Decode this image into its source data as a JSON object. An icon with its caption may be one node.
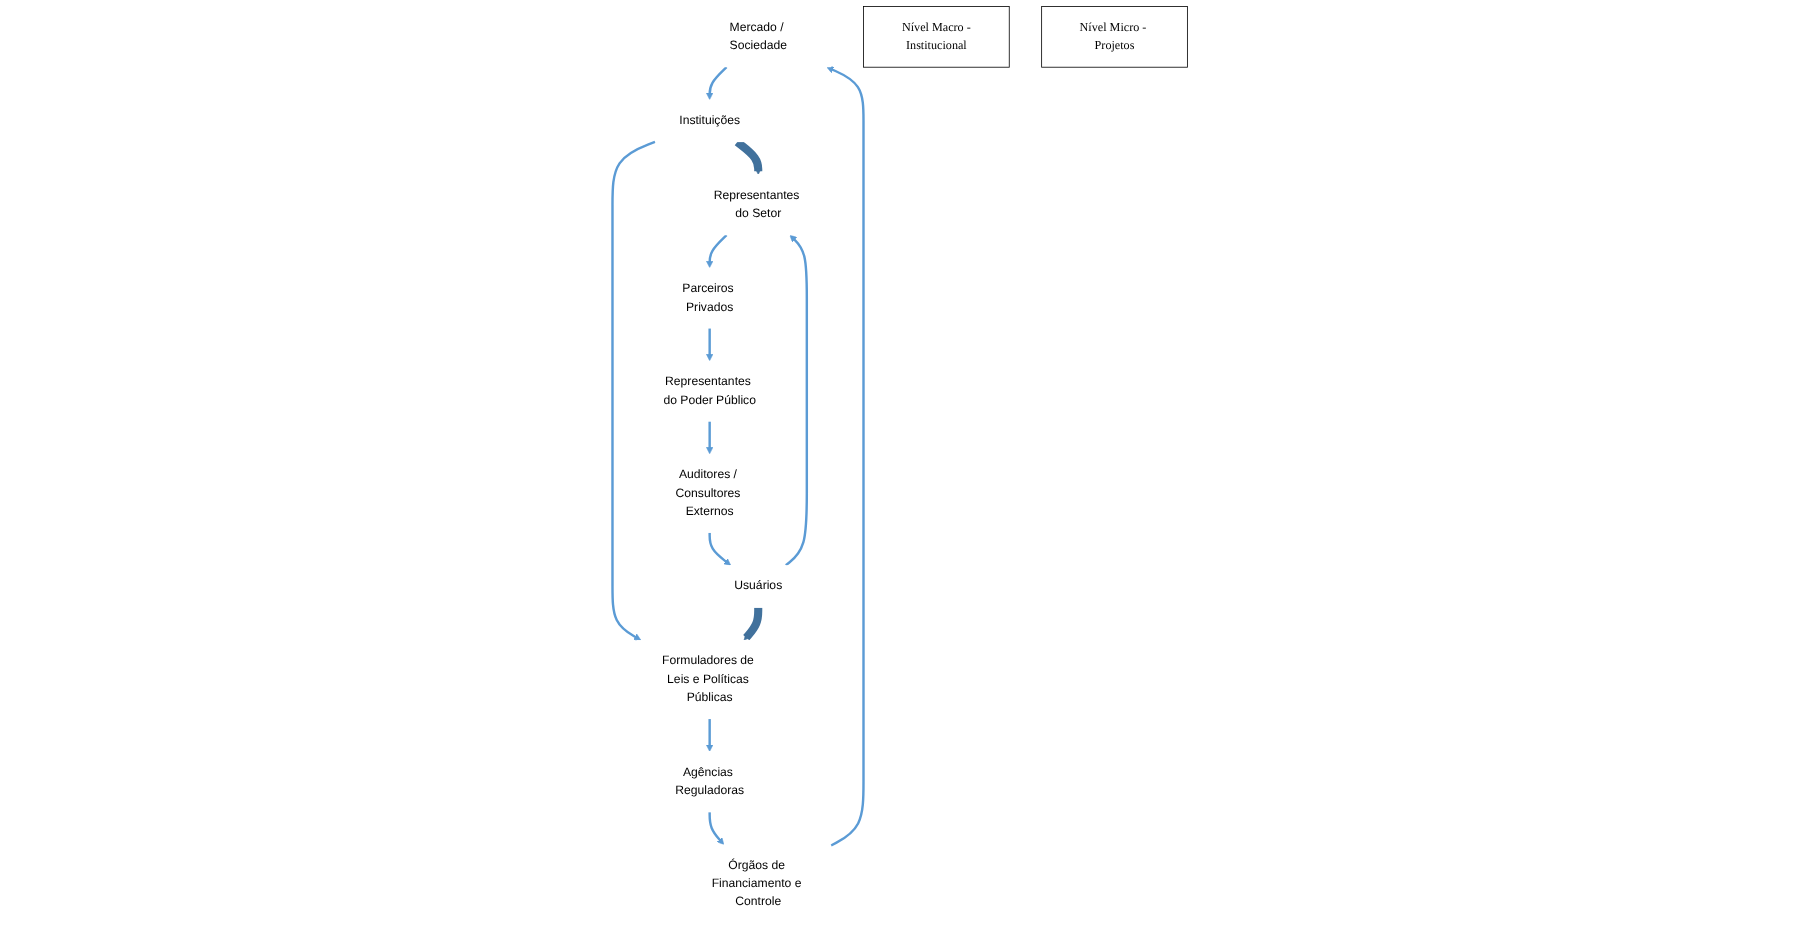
{
  "diagram": {
    "nodes": [
      {
        "text": [
          "Mercado / Sociedade"
        ]
      },
      {
        "text": [
          "Instituições"
        ]
      },
      {
        "text": [
          "Formuladores de Leis e Políticas Públicas"
        ]
      },
      {
        "text": [
          "Agências Reguladoras"
        ]
      },
      {
        "text": [
          "Órgãos de Financiamento e Controle"
        ]
      },
      {
        "text": [
          "Representantes do Setor"
        ]
      },
      {
        "text": [
          "Parceiros Privados"
        ]
      },
      {
        "text": [
          "Representantes do Poder Público"
        ]
      },
      {
        "text": [
          "Auditores / Consultores Externos"
        ]
      },
      {
        "text": [
          "Usuários"
        ]
      },
      {
        "text": [
          "Nível Macro -Institucional"
        ]
      },
      {
        "text": [
          "Nível Micro - Projetos"
        ]
      }
    ],
    "edges": [
      {
        "from": 0,
        "to": 1,
        "arrow": "to"
      },
      {
        "from": 1,
        "to": 2,
        "arrow": "to"
      },
      {
        "from": 2,
        "to": 3,
        "arrow": "to"
      },
      {
        "from": 3,
        "to": 4,
        "arrow": "to"
      },
      {
        "from": 4,
        "to": 0,
        "arrow": "to"
      },
      {
        "from": 1,
        "to": 5,
        "arrow": "to",
        "style": "thick",
        "color": "#41719c"
      },
      {
        "from": 5,
        "to": 6,
        "arrow": "to"
      },
      {
        "from": 6,
        "to": 7,
        "arrow": "to"
      },
      {
        "from": 7,
        "to": 8,
        "arrow": "to"
      },
      {
        "from": 8,
        "to": 9,
        "arrow": "to"
      },
      {
        "from": 9,
        "to": 5,
        "arrow": "to"
      },
      {
        "from": 9,
        "to": 2,
        "arrow": "to",
        "style": "thick",
        "color": "#41719c"
      }
    ]
  }
}
